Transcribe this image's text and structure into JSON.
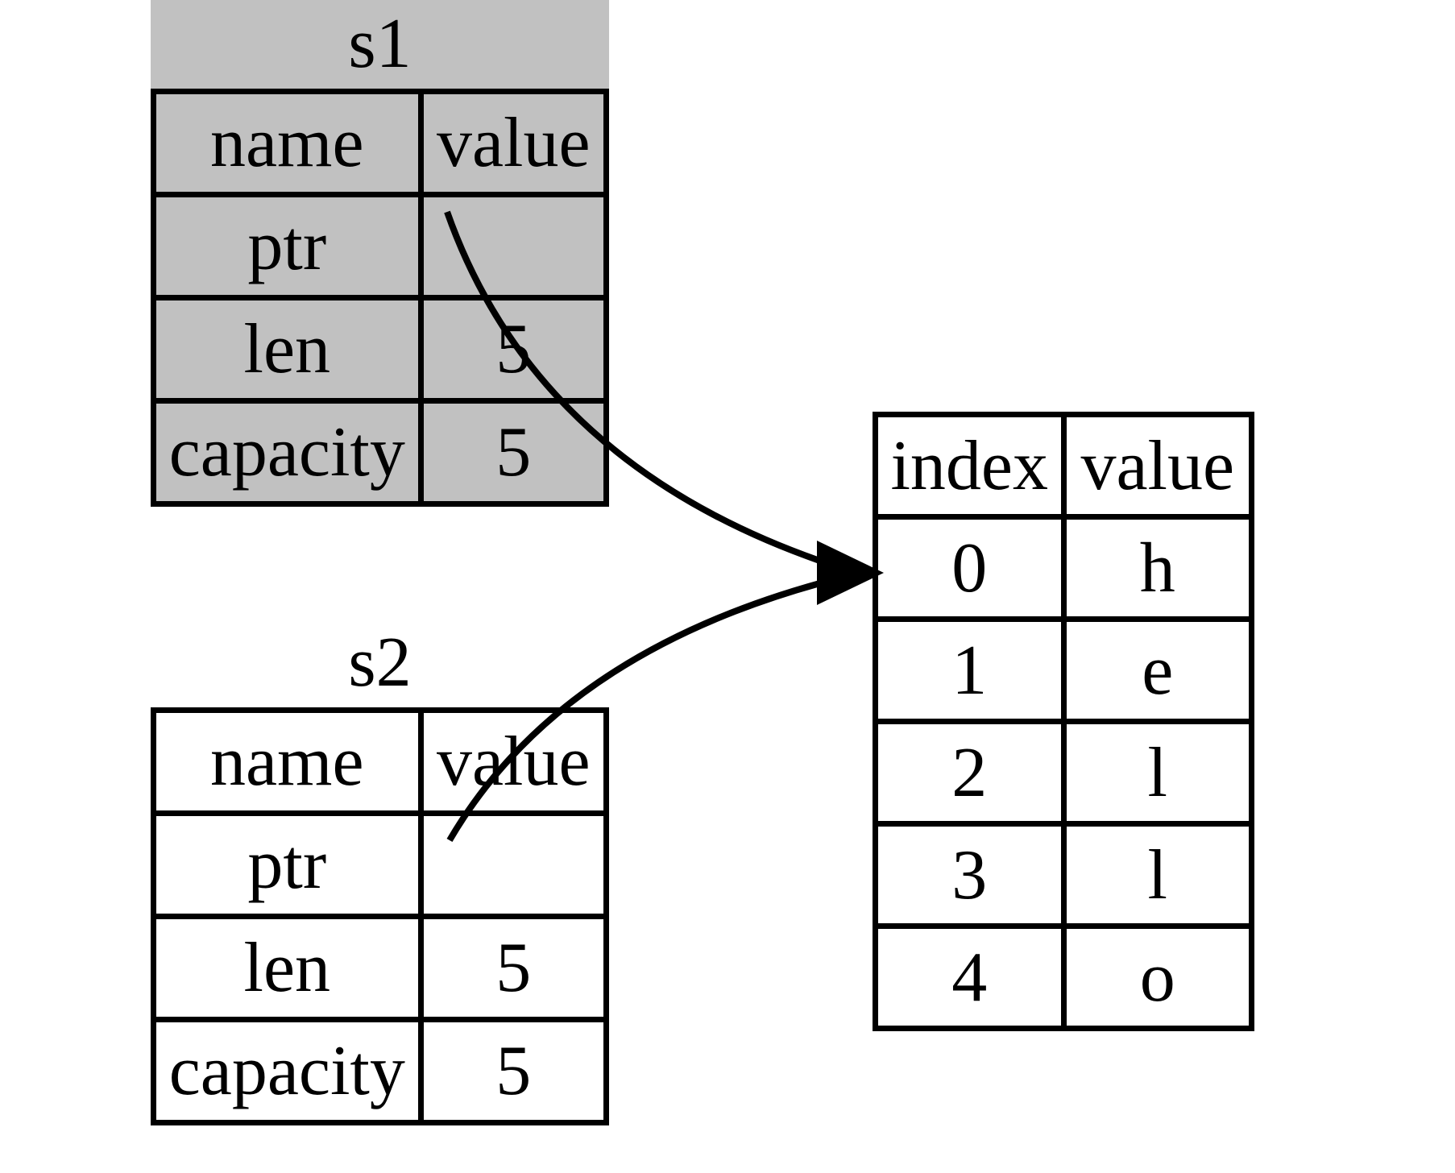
{
  "colors": {
    "invalidated_bg": "#c1c1c1",
    "table_bg": "#ffffff",
    "line": "#000000",
    "text": "#000000"
  },
  "stack_tables": [
    {
      "title": "s1",
      "grayed_out": true,
      "columns": [
        "name",
        "value"
      ],
      "rows": [
        [
          "ptr",
          ""
        ],
        [
          "len",
          "5"
        ],
        [
          "capacity",
          "5"
        ]
      ]
    },
    {
      "title": "s2",
      "grayed_out": false,
      "columns": [
        "name",
        "value"
      ],
      "rows": [
        [
          "ptr",
          ""
        ],
        [
          "len",
          "5"
        ],
        [
          "capacity",
          "5"
        ]
      ]
    }
  ],
  "heap_table": {
    "columns": [
      "index",
      "value"
    ],
    "rows": [
      [
        "0",
        "h"
      ],
      [
        "1",
        "e"
      ],
      [
        "2",
        "l"
      ],
      [
        "3",
        "l"
      ],
      [
        "4",
        "o"
      ]
    ]
  },
  "arrows": [
    {
      "from": "s1 ptr value cell",
      "to": "heap row index 0"
    },
    {
      "from": "s2 ptr value cell",
      "to": "heap row index 0"
    }
  ]
}
